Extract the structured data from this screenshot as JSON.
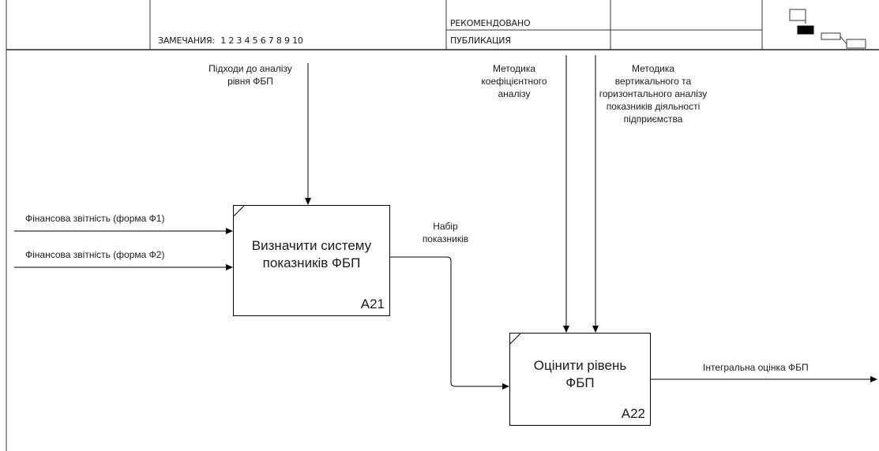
{
  "header": {
    "remarks_label": "ЗАМЕЧАНИЯ:",
    "remarks_numbers": "1 2 3 4 5 6 7 8 9 10",
    "recommended_label": "РЕКОМЕНДОВАНО",
    "publication_label": "ПУБЛИКАЦИЯ"
  },
  "controls": {
    "approaches": "Підходи до аналізу рівня ФБП",
    "coefficient_method": "Методика коефіцієнтного аналізу",
    "vertical_method": "Методика вертикального та горизонтального аналізу показників діяльності підприємства"
  },
  "inputs": {
    "f1": "Фінансова звітність (форма Ф1)",
    "f2": "Фінансова звітність (форма Ф2)"
  },
  "activities": {
    "a21": {
      "title_line1": "Визначити систему",
      "title_line2": "показників ФБП",
      "number": "A21"
    },
    "a22": {
      "title_line1": "Оцінити рівень",
      "title_line2": "ФБП",
      "number": "A22"
    }
  },
  "flows": {
    "indicator_set_line1": "Набір",
    "indicator_set_line2": "показників",
    "integral_output": "Інтегральна оцінка ФБП"
  },
  "colors": {
    "line": "#000000",
    "text": "#1a1a1a"
  }
}
